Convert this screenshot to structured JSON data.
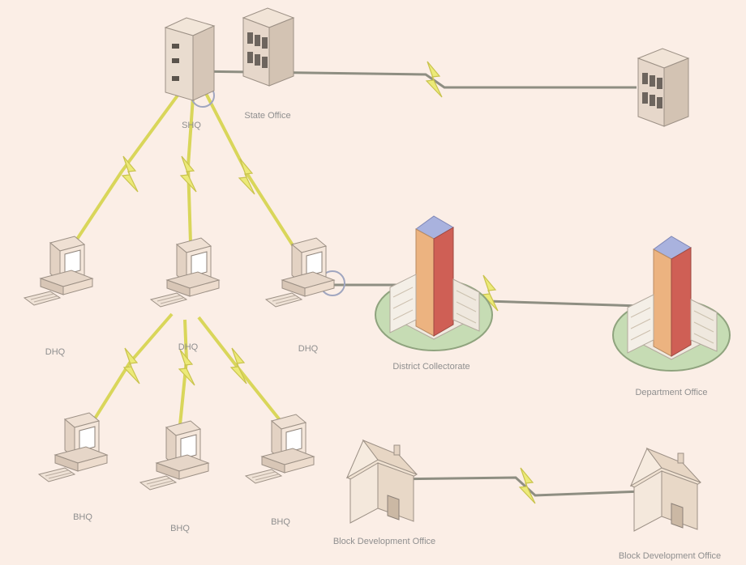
{
  "labels": {
    "shq": "SHQ",
    "state_office": "State Office",
    "dhq_left": "DHQ",
    "dhq_center": "DHQ",
    "dhq_right": "DHQ",
    "district_collectorate": "District Collectorate",
    "department_office": "Department Office",
    "bhq_1": "BHQ",
    "bhq_2": "BHQ",
    "bhq_3": "BHQ",
    "block_office_1": "Block Development Office",
    "block_office_2": "Block Development Office"
  },
  "colors": {
    "background": "#fbeee6",
    "wireless_link": "#ecea78",
    "wired_link": "#8e8e82",
    "label": "#8f8f8f"
  },
  "icons": {
    "server": "server-tower-icon",
    "rack": "server-rack-icon",
    "computer": "desktop-computer-icon",
    "building": "office-building-icon",
    "house": "house-icon",
    "wireless": "lightning-bolt-icon"
  }
}
